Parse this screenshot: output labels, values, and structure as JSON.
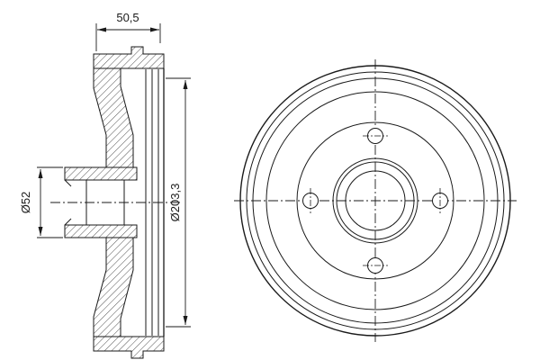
{
  "drawing": {
    "background": "#ffffff",
    "line_color": "#1a1a1a",
    "dimensions": {
      "depth": "50,5",
      "hub_diameter": "Ø52",
      "outer_diameter": "Ø203,3"
    }
  }
}
